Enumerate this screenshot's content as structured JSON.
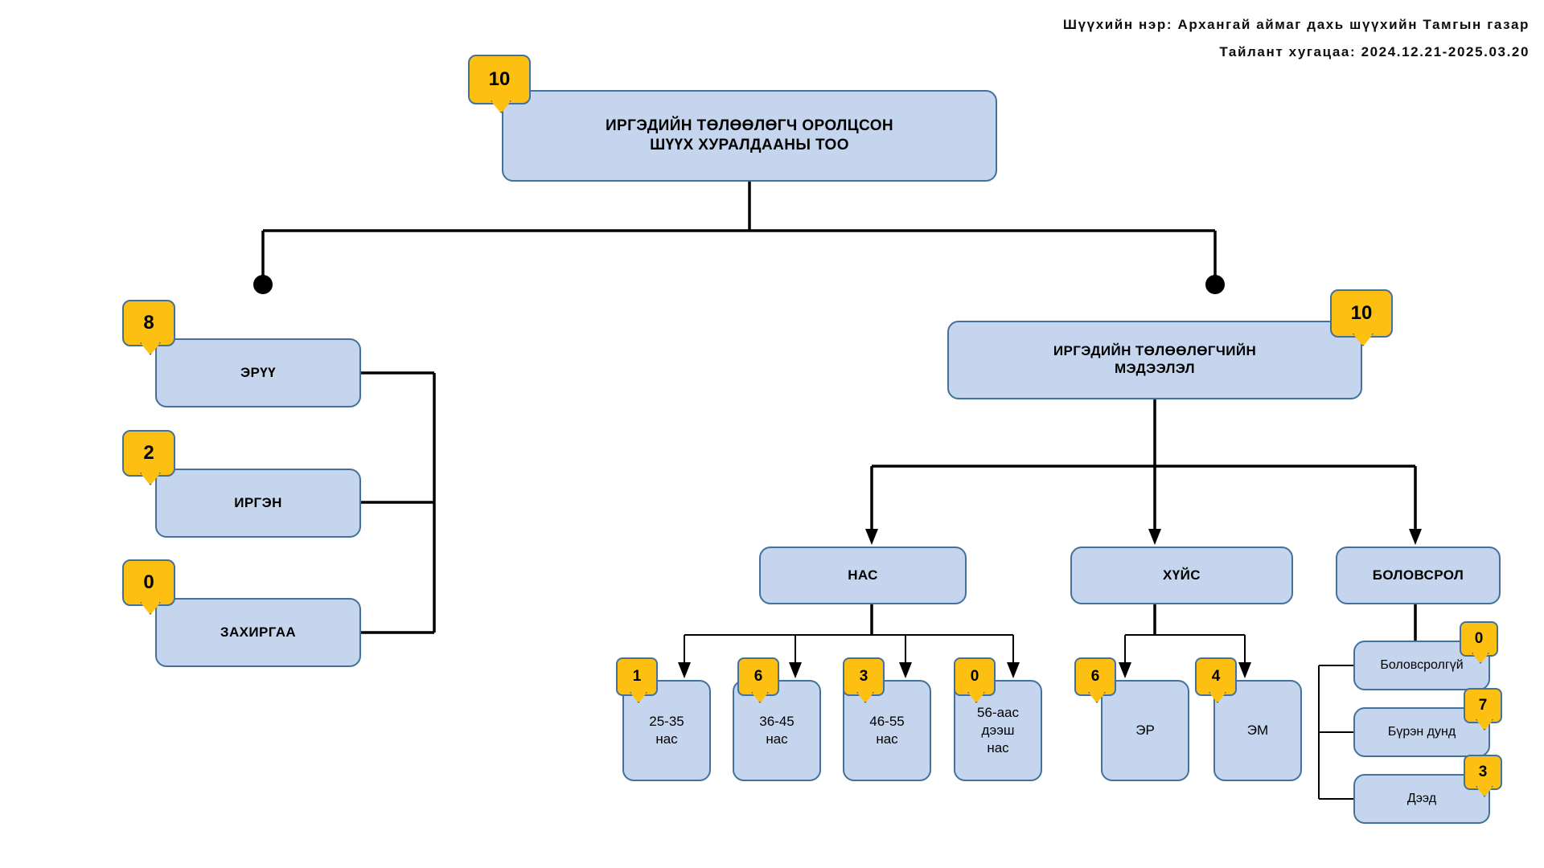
{
  "header": {
    "court_line": "Шүүхийн нэр: Архангай аймаг дахь шүүхийн Тамгын газар",
    "period_line": "Тайлант хугацаа: 2024.12.21-2025.03.20"
  },
  "colors": {
    "node_fill": "#c5d5ed",
    "node_border": "#41719c",
    "badge_fill": "#fdc010",
    "connector": "#000000",
    "text": "#000000"
  },
  "chart_data": {
    "type": "diagram",
    "title": "ИРГЭДИЙН ТӨЛӨӨЛӨГЧ ОРОЛЦСОН ШҮҮХ ХУРАЛДААНЫ ТОО",
    "root_value": 10,
    "nodes": [
      {
        "id": "root",
        "label": "ИРГЭДИЙН ТӨЛӨӨЛӨГЧ ОРОЛЦСОН\nШҮҮХ ХУРАЛДААНЫ ТОО",
        "value": 10
      },
      {
        "id": "eruu",
        "label": "ЭРҮҮ",
        "value": 8
      },
      {
        "id": "irgen",
        "label": "ИРГЭН",
        "value": 2
      },
      {
        "id": "zahirgaa",
        "label": "ЗАХИРГАА",
        "value": 0
      },
      {
        "id": "medeelel",
        "label": "ИРГЭДИЙН ТӨЛӨӨЛӨГЧИЙН\nМЭДЭЭЛЭЛ",
        "value": 10
      },
      {
        "id": "nas",
        "label": "НАС",
        "value": null
      },
      {
        "id": "huis",
        "label": "ХҮЙС",
        "value": null
      },
      {
        "id": "bolovsrol",
        "label": "БОЛОВСРОЛ",
        "value": null
      },
      {
        "id": "age2535",
        "label": "25-35\nнас",
        "value": 1
      },
      {
        "id": "age3645",
        "label": "36-45\nнас",
        "value": 6
      },
      {
        "id": "age4655",
        "label": "46-55\nнас",
        "value": 3
      },
      {
        "id": "age56",
        "label": "56-аас\nдээш\nнас",
        "value": 0
      },
      {
        "id": "er",
        "label": "ЭР",
        "value": 6
      },
      {
        "id": "em",
        "label": "ЭМ",
        "value": 4
      },
      {
        "id": "edu0",
        "label": "Боловсролгүй",
        "value": 0
      },
      {
        "id": "edu1",
        "label": "Бүрэн дунд",
        "value": 7
      },
      {
        "id": "edu2",
        "label": "Дээд",
        "value": 3
      }
    ],
    "edges": [
      {
        "from": "root",
        "to": "eruu"
      },
      {
        "from": "root",
        "to": "irgen"
      },
      {
        "from": "root",
        "to": "zahirgaa"
      },
      {
        "from": "root",
        "to": "medeelel"
      },
      {
        "from": "medeelel",
        "to": "nas"
      },
      {
        "from": "medeelel",
        "to": "huis"
      },
      {
        "from": "medeelel",
        "to": "bolovsrol"
      },
      {
        "from": "nas",
        "to": "age2535"
      },
      {
        "from": "nas",
        "to": "age3645"
      },
      {
        "from": "nas",
        "to": "age4655"
      },
      {
        "from": "nas",
        "to": "age56"
      },
      {
        "from": "huis",
        "to": "er"
      },
      {
        "from": "huis",
        "to": "em"
      },
      {
        "from": "bolovsrol",
        "to": "edu0"
      },
      {
        "from": "bolovsrol",
        "to": "edu1"
      },
      {
        "from": "bolovsrol",
        "to": "edu2"
      }
    ]
  },
  "tree": {
    "root": {
      "label": "ИРГЭДИЙН ТӨЛӨӨЛӨГЧ ОРОЛЦСОН\nШҮҮХ ХУРАЛДААНЫ ТОО",
      "badge": "10"
    },
    "eruu": {
      "label": "ЭРҮҮ",
      "badge": "8"
    },
    "irgen": {
      "label": "ИРГЭН",
      "badge": "2"
    },
    "zahirgaa": {
      "label": "ЗАХИРГАА",
      "badge": "0"
    },
    "medeelel": {
      "label": "ИРГЭДИЙН ТӨЛӨӨЛӨГЧИЙН\nМЭДЭЭЛЭЛ",
      "badge": "10"
    },
    "nas": {
      "label": "НАС"
    },
    "huis": {
      "label": "ХҮЙС"
    },
    "bolovsrol": {
      "label": "БОЛОВСРОЛ"
    },
    "age2535": {
      "label": "25-35\nнас",
      "badge": "1"
    },
    "age3645": {
      "label": "36-45\nнас",
      "badge": "6"
    },
    "age4655": {
      "label": "46-55\nнас",
      "badge": "3"
    },
    "age56": {
      "label": "56-аас\nдээш\nнас",
      "badge": "0"
    },
    "er": {
      "label": "ЭР",
      "badge": "6"
    },
    "em": {
      "label": "ЭМ",
      "badge": "4"
    },
    "edu0": {
      "label": "Боловсролгүй",
      "badge": "0"
    },
    "edu1": {
      "label": "Бүрэн дунд",
      "badge": "7"
    },
    "edu2": {
      "label": "Дээд",
      "badge": "3"
    }
  }
}
